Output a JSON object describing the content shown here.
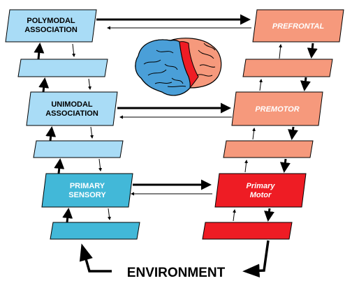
{
  "labels": {
    "polymodal_1": "POLYMODAL",
    "polymodal_2": "ASSOCIATION",
    "unimodal_1": "UNIMODAL",
    "unimodal_2": "ASSOCIATION",
    "primary_sensory_1": "PRIMARY",
    "primary_sensory_2": "SENSORY",
    "prefrontal": "PREFRONTAL",
    "premotor": "PREMOTOR",
    "primary_motor_1": "Primary",
    "primary_motor_2": "Motor",
    "environment": "ENVIRONMENT"
  },
  "colors": {
    "polymodal": "#a9dcf6",
    "unimodal": "#a9dcf6",
    "sensory": "#42b8d8",
    "prefrontal": "#f6997c",
    "premotor": "#f6997c",
    "motor": "#ee1c24",
    "brain_blue": "#4a9fd8",
    "brain_red": "#ee1c24",
    "brain_salmon": "#f6997c"
  }
}
